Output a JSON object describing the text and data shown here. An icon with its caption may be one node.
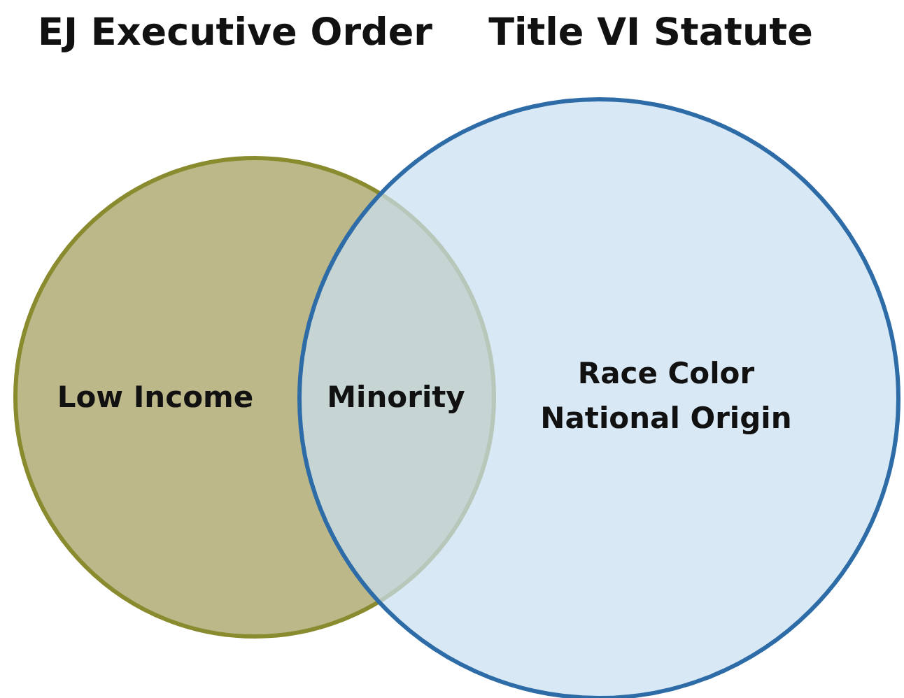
{
  "diagram": {
    "nodes": [
      {
        "text": [
          "EJ Executive Order",
          "Low Income"
        ]
      },
      {
        "text": [
          "Title VI Statute",
          "Race Color National Origin"
        ]
      }
    ],
    "edges": [],
    "labels": [
      "Minority"
    ]
  }
}
